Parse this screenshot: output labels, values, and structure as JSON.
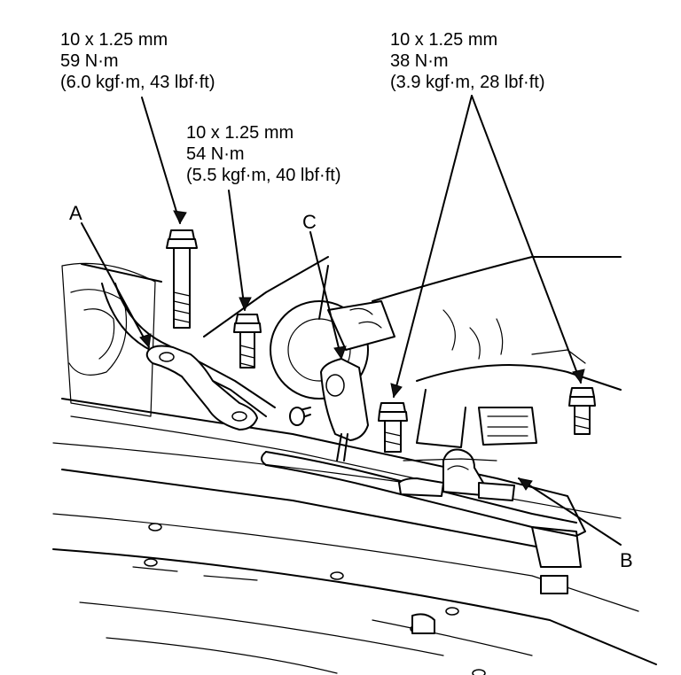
{
  "specs": {
    "bolt_a": {
      "size": "10 x 1.25 mm",
      "torque": "59 N·m",
      "alt": "(6.0 kgf·m, 43 lbf·ft)"
    },
    "bolt_c": {
      "size": "10 x 1.25 mm",
      "torque": "54 N·m",
      "alt": "(5.5 kgf·m, 40 lbf·ft)"
    },
    "bolt_b": {
      "size": "10 x 1.25 mm",
      "torque": "38 N·m",
      "alt": "(3.9 kgf·m, 28 lbf·ft)"
    }
  },
  "callouts": {
    "a": "A",
    "b": "B",
    "c": "C"
  }
}
